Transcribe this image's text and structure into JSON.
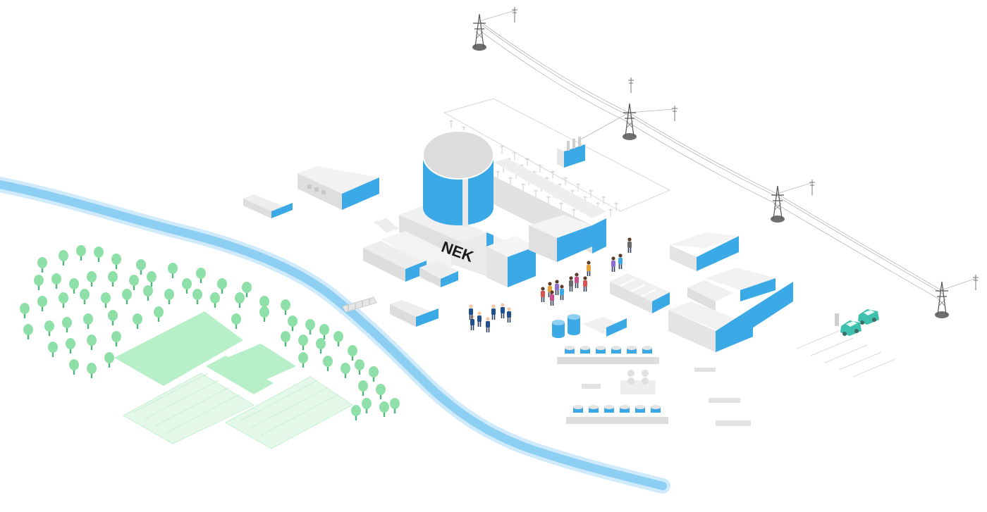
{
  "scene": {
    "logo_text": "NEK",
    "colors": {
      "accent_blue": "#3aa9e6",
      "river_blue": "#8ccff2",
      "building_light": "#ececec",
      "building_mid": "#dcdcdc",
      "tree_green": "#8fe0a8",
      "trunk_green": "#4fb57a",
      "field_green": "#b6efc8",
      "car_teal": "#3fbfae",
      "power_line": "#9a9a9a"
    },
    "elements": {
      "reactor": "reactor-containment-building",
      "river": "river",
      "forest": "forest",
      "fields": "farm-fields",
      "power_lines": "power-transmission-lines",
      "switchyard": "switchyard",
      "parking": "parking-lot-with-electric-cars",
      "people": "visitor-groups",
      "tanks": "storage-tanks",
      "cooling": "cooling-units"
    }
  }
}
